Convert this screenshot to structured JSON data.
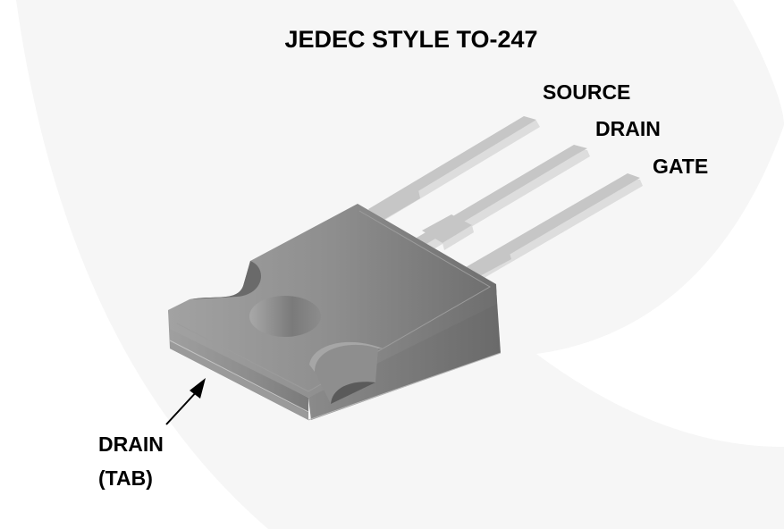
{
  "diagram": {
    "title": "JEDEC STYLE TO-247",
    "leads": [
      {
        "label": "SOURCE"
      },
      {
        "label": "DRAIN"
      },
      {
        "label": "GATE"
      }
    ],
    "tab_label_line1": "DRAIN",
    "tab_label_line2": "(TAB)",
    "colors": {
      "background": "#ffffff",
      "background_swirl": "#f6f6f6",
      "package_body": "#8a8a8a",
      "lead": "#c4c4c4",
      "text": "#000000"
    }
  }
}
